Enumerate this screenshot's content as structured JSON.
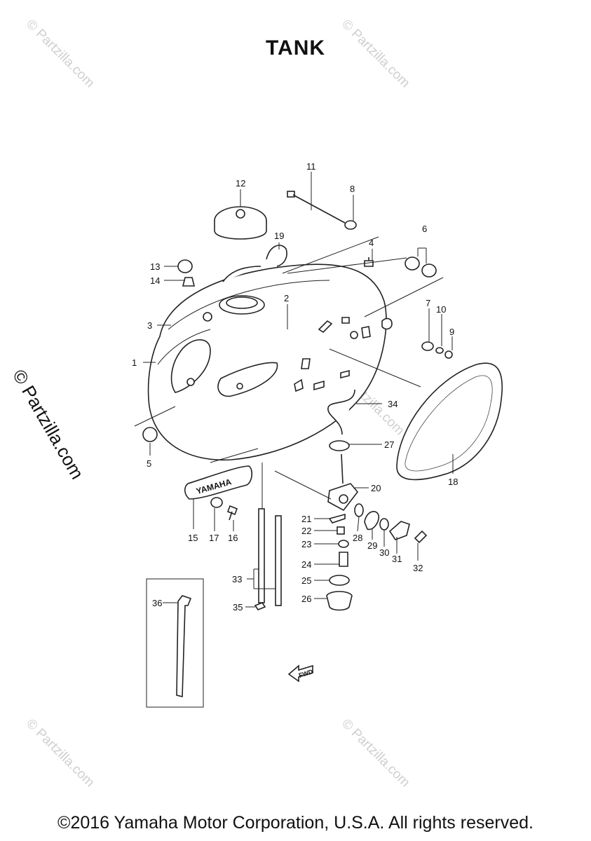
{
  "title": "TANK",
  "copyright": "©2016 Yamaha Motor Corporation, U.S.A. All rights reserved.",
  "watermark": "© Partzilla.com",
  "side_watermark": "© Partzilla.com",
  "badge_text": "YAMAHA",
  "arrow_text": "FWD",
  "callouts": [
    "1",
    "2",
    "3",
    "4",
    "5",
    "6",
    "7",
    "8",
    "9",
    "10",
    "11",
    "12",
    "13",
    "14",
    "15",
    "16",
    "17",
    "18",
    "19",
    "20",
    "21",
    "22",
    "23",
    "24",
    "25",
    "26",
    "27",
    "28",
    "29",
    "30",
    "31",
    "32",
    "33",
    "34",
    "35",
    "36"
  ]
}
